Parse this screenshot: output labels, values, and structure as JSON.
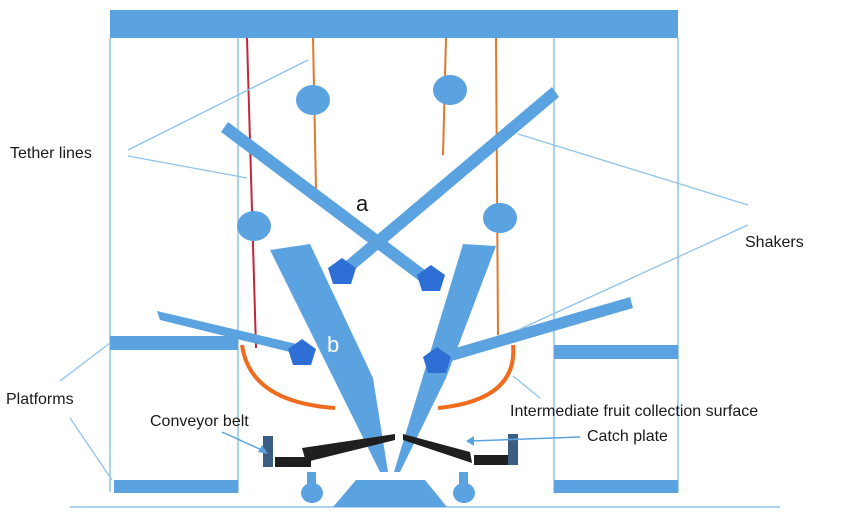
{
  "labels": {
    "tether_lines": "Tether lines",
    "shakers": "Shakers",
    "platforms": "Platforms",
    "conveyor_belt": "Conveyor belt",
    "intermediate_surface": "Intermediate fruit collection surface",
    "catch_plate": "Catch plate",
    "a": "a",
    "b": "b"
  },
  "colors": {
    "structure": "#5ba3e0",
    "frame_line": "#8fc3ea",
    "leader_line": "#8fc3ea",
    "tether_red": "#c0273a",
    "tether_orange": "#e0782a",
    "collection_surface": "#ef6c1f",
    "shaker_head": "#2e6fd6",
    "conveyor": "#1f1f1f",
    "conveyor_post": "#3c5d82",
    "text": "#1a1a1a"
  }
}
